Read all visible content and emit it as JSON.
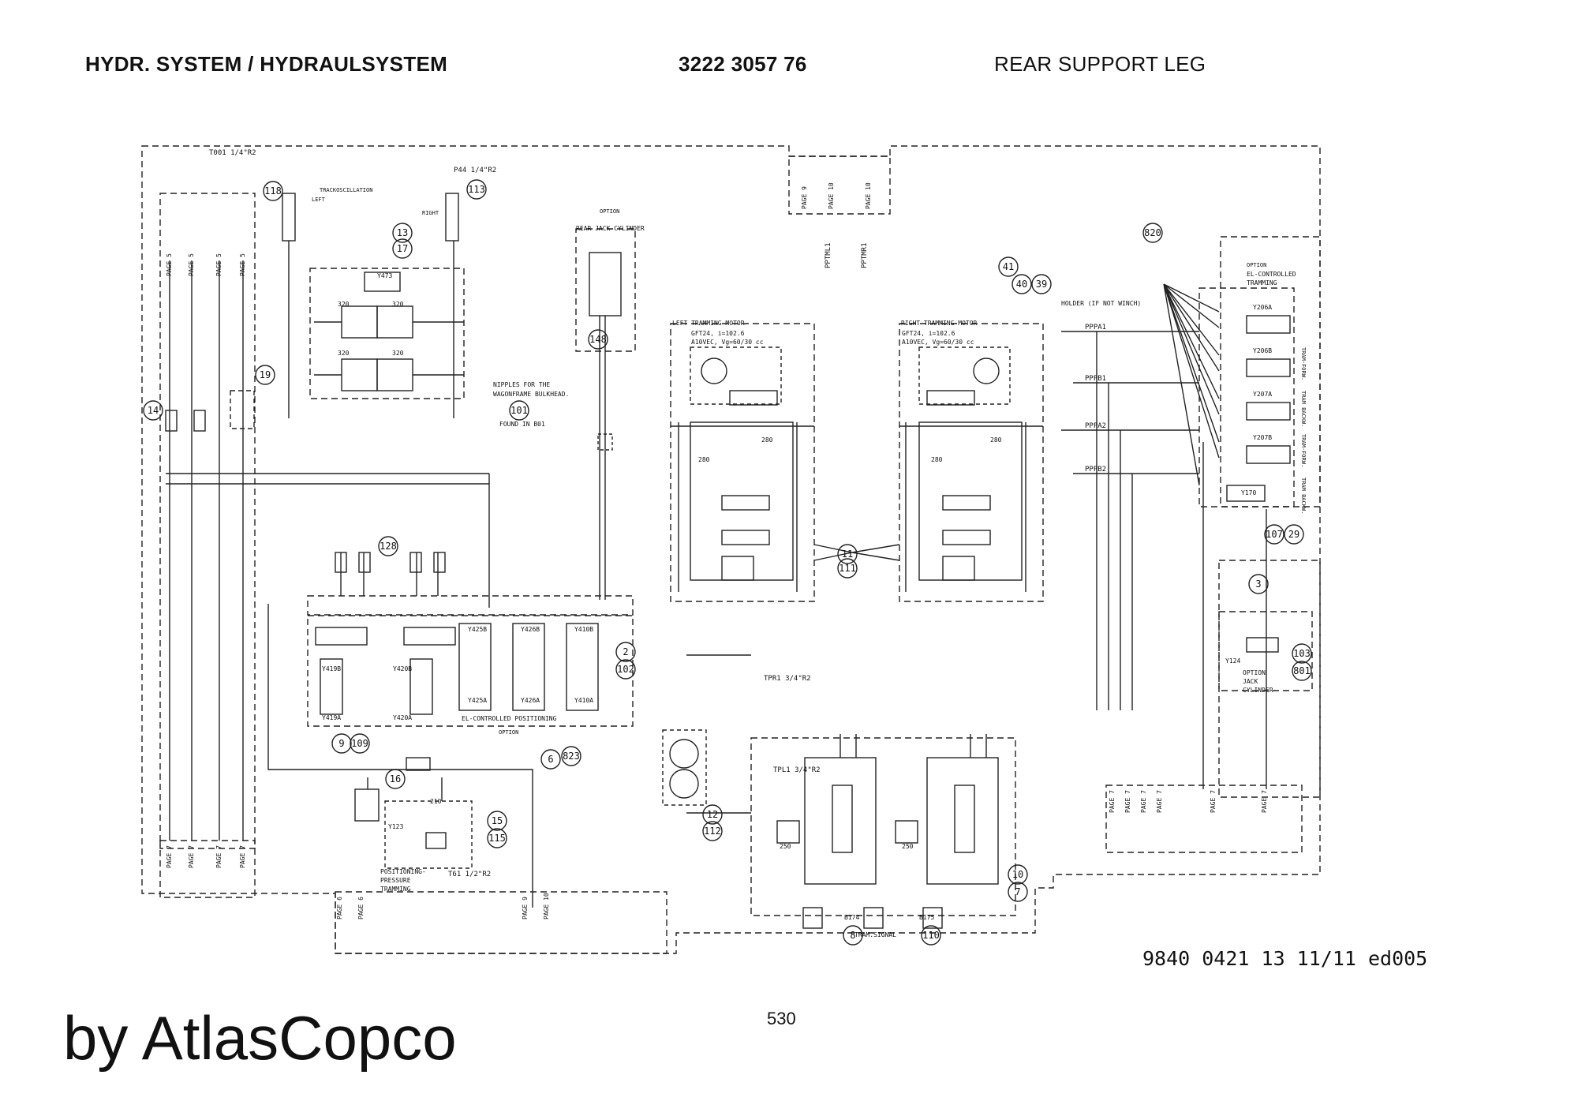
{
  "header": {
    "left": "HYDR. SYSTEM / HYDRAULSYSTEM",
    "middle": "3222 3057 76",
    "right": "REAR SUPPORT LEG"
  },
  "footer": {
    "doc_ref": "9840 0421 13 11/11 ed005",
    "page_number": "530",
    "brand": "by AtlasCopco"
  },
  "schematic": {
    "section_labels": {
      "trackoscillation": "TRACKOSCILLATION",
      "left": "LEFT",
      "right": "RIGHT",
      "option": "OPTION",
      "rear_jack_cylinder": "REAR JACK CYLINDER",
      "nipples": "NIPPLES FOR THE",
      "nipples2": "WAGONFRAME BULKHEAD.",
      "found_in": "FOUND IN B01",
      "left_motor": "LEFT TRAMMING MOTOR",
      "right_motor": "RIGHT TRAMMING MOTOR",
      "motor_spec1": "GFT24, i=102.6",
      "motor_spec2": "A10VEC, Vg=60/30 cc",
      "holder": "HOLDER (IF NOT WINCH)",
      "el_tramming1": "EL-CONTROLLED",
      "el_tramming2": "TRAMMING",
      "el_positioning": "EL-CONTROLLED POSITIONING",
      "positioning_pressure1": "POSITIONING-",
      "positioning_pressure2": "PRESSURE",
      "positioning_pressure3": "TRAMMING",
      "tram_signal": "TRAM.SIGNAL",
      "option_jack1": "OPTION",
      "option_jack2": "JACK",
      "option_jack3": "CYLINDER",
      "tram_forw": "TRAM-FORW.",
      "tram_backw": "TRAM BACKW."
    },
    "lines": [
      "T001 1/4\"R2",
      "P44 1/4\"R2",
      "PPTML1",
      "PPTMR1",
      "PPPA1",
      "PPPB1",
      "PPPA2",
      "PPPB2",
      "TPR1 3/4\"R2",
      "TPL1 3/4\"R2",
      "T61 1/2\"R2"
    ],
    "page_refs": [
      "PAGE 5",
      "PAGE 7",
      "PAGE 9",
      "PAGE 10",
      "PAGE 6"
    ],
    "callouts": [
      "118",
      "113",
      "13",
      "17",
      "19",
      "14",
      "128",
      "101",
      "148",
      "41",
      "40",
      "39",
      "820",
      "11",
      "111",
      "2",
      "102",
      "9",
      "109",
      "6",
      "823",
      "16",
      "15",
      "115",
      "12",
      "112",
      "8",
      "110",
      "10",
      "7",
      "107",
      "29",
      "3",
      "103",
      "801"
    ],
    "valve_codes": [
      "Y473",
      "Y419A",
      "Y419B",
      "Y420A",
      "Y420B",
      "Y425A",
      "Y425B",
      "Y426A",
      "Y426B",
      "Y410A",
      "Y410B",
      "Y206A",
      "Y206B",
      "Y207A",
      "Y207B",
      "Y170",
      "Y124",
      "Y123",
      "B174",
      "B175"
    ],
    "pressures": [
      "320",
      "280",
      "250",
      "210"
    ]
  }
}
